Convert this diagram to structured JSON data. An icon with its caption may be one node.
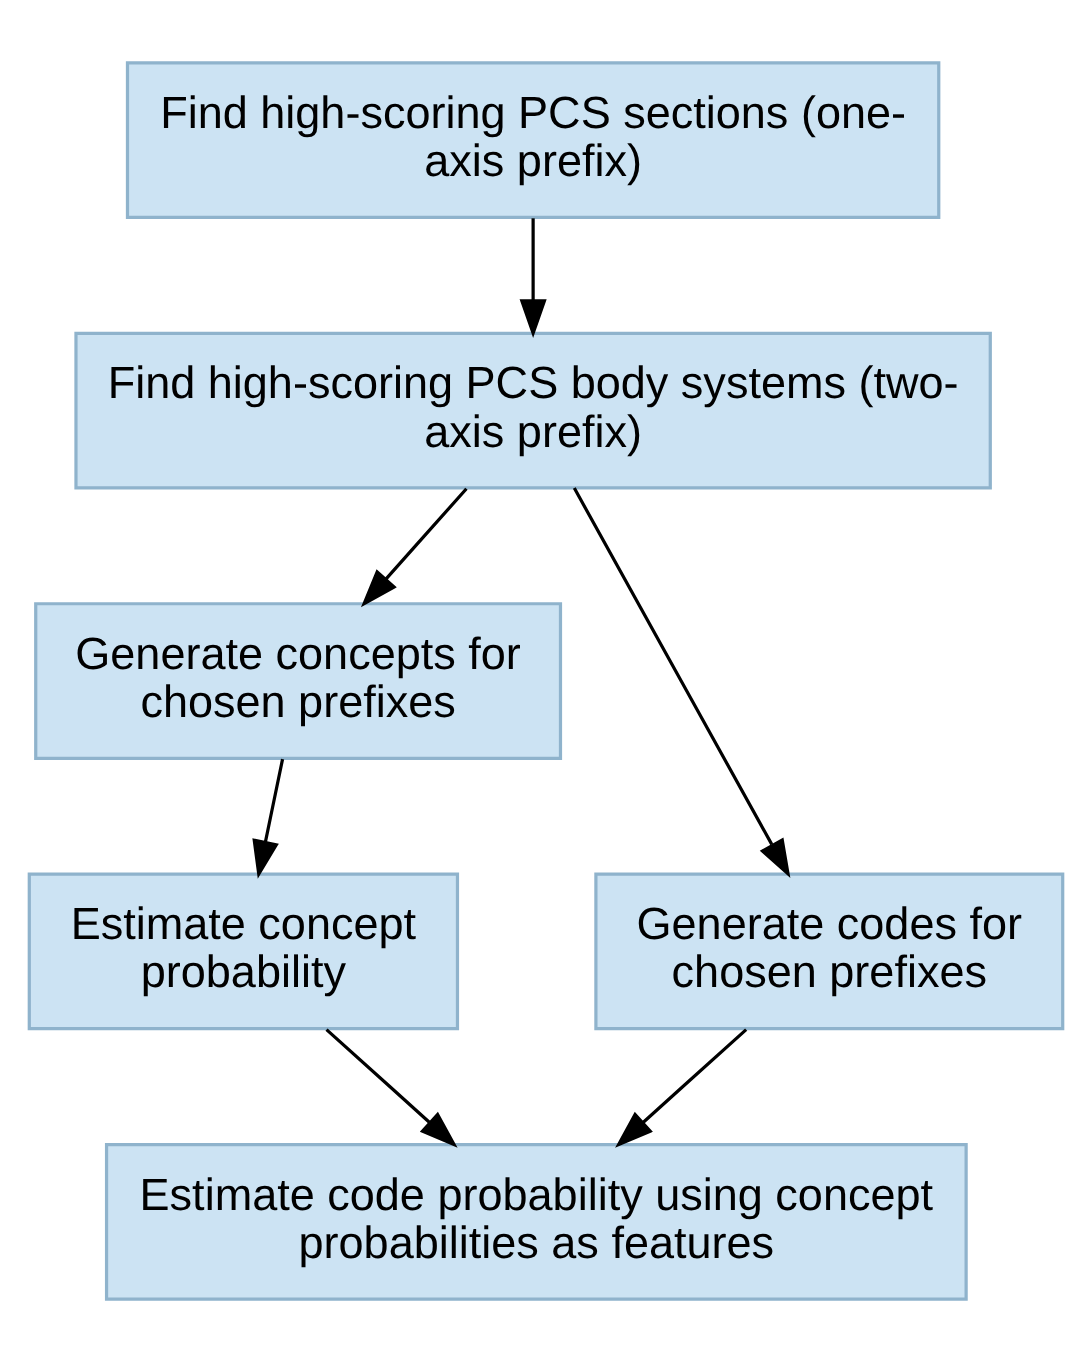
{
  "diagram": {
    "nodes": [
      {
        "text": [
          "Find high-scoring PCS sections (one-axis prefix)"
        ]
      },
      {
        "text": [
          "Find high-scoring PCS body systems (two-axis prefix)"
        ]
      },
      {
        "text": [
          "Generate concepts for chosen prefixes"
        ]
      },
      {
        "text": [
          "Generate codes for chosen prefixes"
        ]
      },
      {
        "text": [
          "Estimate concept probability"
        ]
      },
      {
        "text": [
          "Estimate code probability using concept probabilities as features"
        ]
      }
    ],
    "edges": [
      {
        "from": 0,
        "to": 1,
        "arrow": "to"
      },
      {
        "from": 1,
        "to": 2,
        "arrow": "to"
      },
      {
        "from": 1,
        "to": 3,
        "arrow": "to"
      },
      {
        "from": 2,
        "to": 4,
        "arrow": "to"
      },
      {
        "from": 4,
        "to": 5,
        "arrow": "to"
      },
      {
        "from": 3,
        "to": 5,
        "arrow": "to"
      }
    ]
  }
}
